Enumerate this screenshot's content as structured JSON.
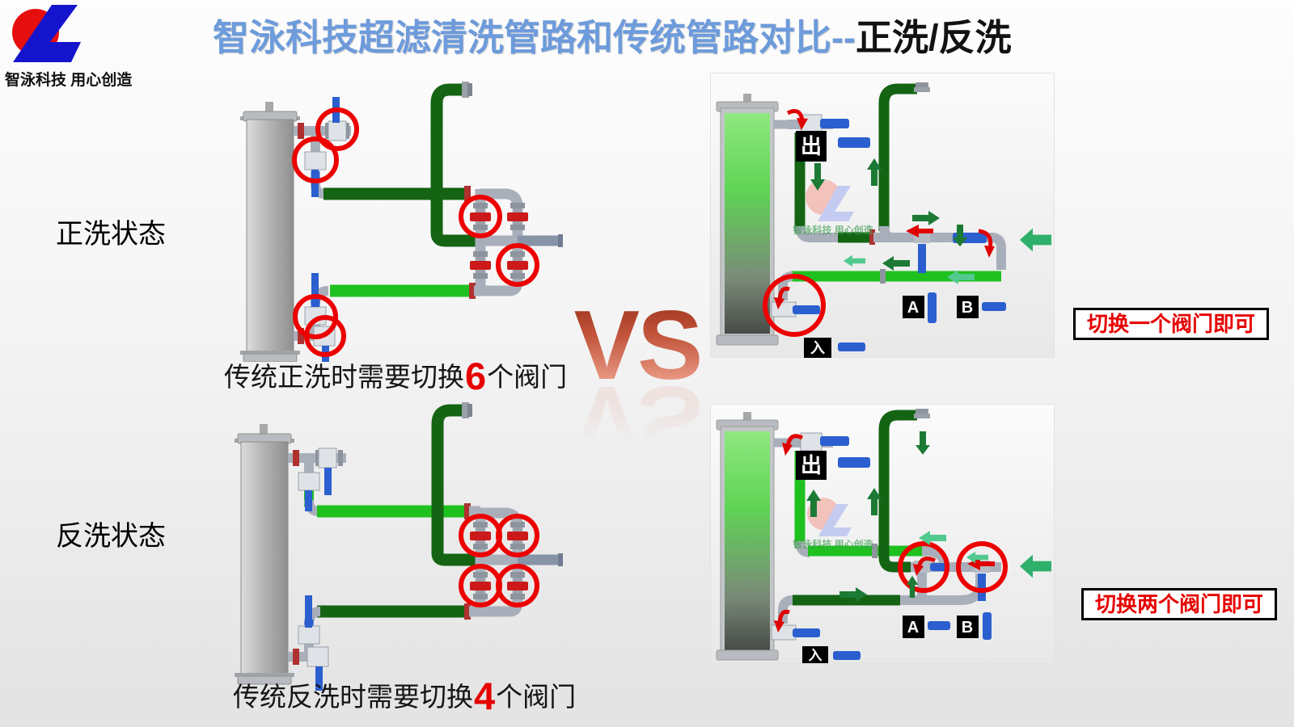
{
  "slide": {
    "title": {
      "highlight": "智泳科技超滤清洗管路和传统管路对比--",
      "rest": "正洗/反洗"
    },
    "logo_tagline": "智泳科技 用心创造",
    "vs": "VS"
  },
  "rows": {
    "forward": {
      "state_label": "正洗状态"
    },
    "backward": {
      "state_label": "反洗状态"
    }
  },
  "traditional": {
    "forward": {
      "caption_pre": "传统正洗时需要切换",
      "valve_count": "6",
      "caption_post": "个阀门"
    },
    "backward": {
      "caption_pre": "传统反洗时需要切换",
      "valve_count": "4",
      "caption_post": "个阀门"
    }
  },
  "smart": {
    "forward": {
      "callout": "切换一个阀门即可"
    },
    "backward": {
      "callout": "切换两个阀门即可"
    },
    "labels": {
      "outlet": "出",
      "inlet": "入",
      "valve_a": "A",
      "valve_b": "B"
    },
    "watermark": "智泳科技 用心创造"
  },
  "colors": {
    "title_blue": "#6d9bdb",
    "accent_red": "#e60000",
    "pipe_dark_green": "#146414",
    "pipe_bright_green": "#1fc11f",
    "pipe_gray": "#a9afba",
    "valve_blue": "#2b5fd0",
    "vs_gradient_top": "#993018",
    "vs_gradient_bottom": "#f4ad9a"
  }
}
